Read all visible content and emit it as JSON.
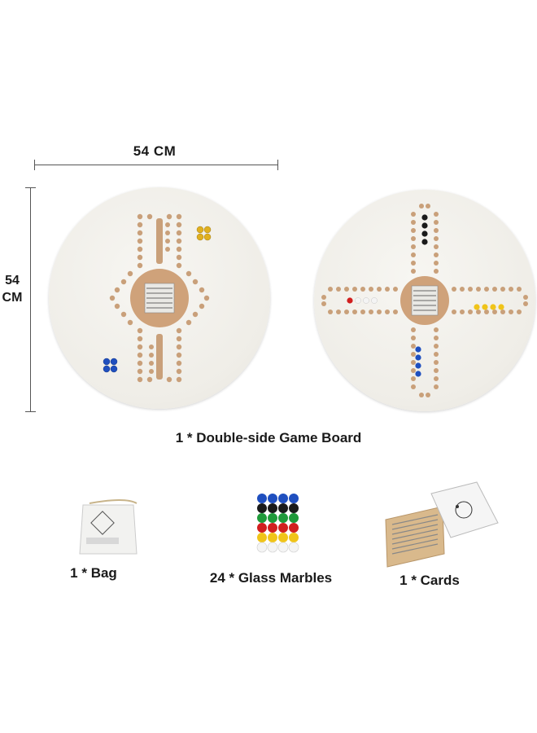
{
  "dimensions": {
    "width_label": "54 CM",
    "height_label_top": "54",
    "height_label_bottom": "CM"
  },
  "captions": {
    "board": "1 * Double-side Game Board",
    "bag": "1 * Bag",
    "marbles": "24 * Glass Marbles",
    "cards": "1 *  Cards"
  },
  "colors": {
    "board_surface": "#efede7",
    "hole": "#c9a07a",
    "center_well": "#cfa27a",
    "marble_blue": "#1f4fbf",
    "marble_black": "#1a1a1a",
    "marble_green": "#1f9a3a",
    "marble_red": "#d11f1f",
    "marble_yellow": "#f0c419",
    "marble_white": "#f4f4f4"
  }
}
